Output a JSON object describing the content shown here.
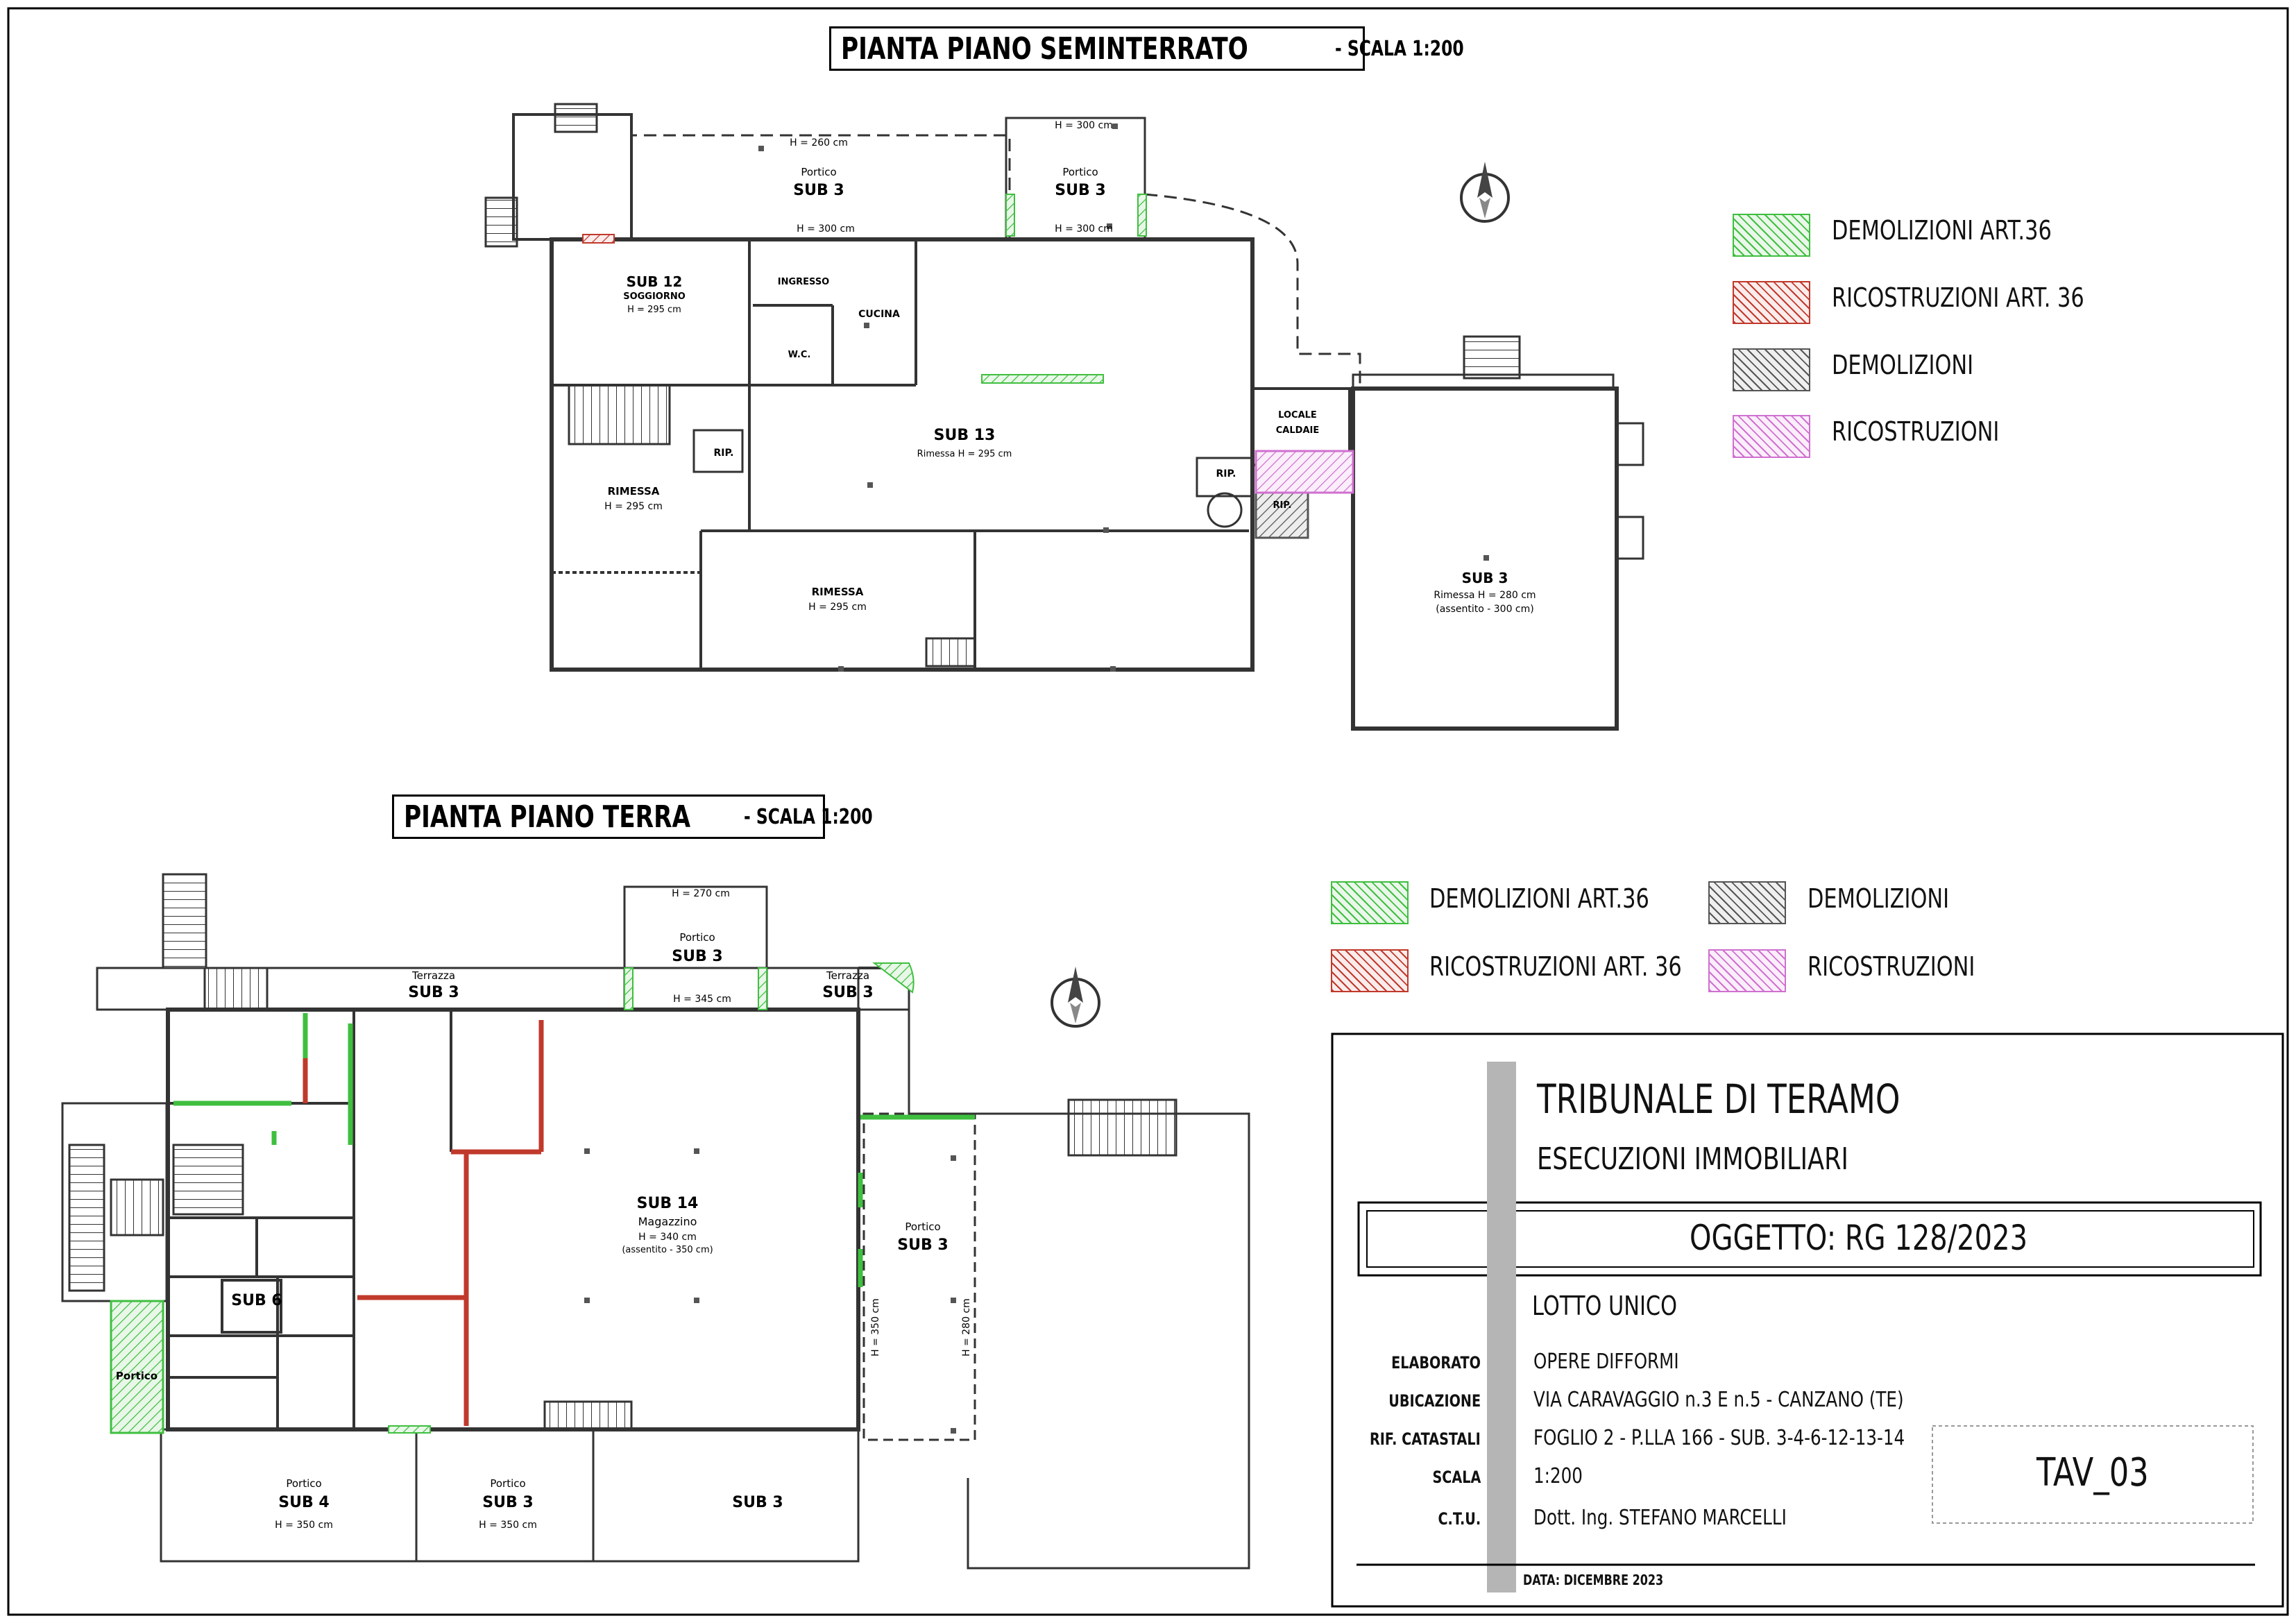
{
  "sheet": {
    "title_basement": "PIANTA PIANO  SEMINTERRATO",
    "scale_basement": "- SCALA 1:200",
    "title_ground": "PIANTA PIANO  TERRA",
    "scale_ground": "- SCALA 1:200"
  },
  "colors": {
    "demolizioni_art36": "#3fbf3f",
    "ricostruzioni_art36": "#c0392b",
    "demolizioni": "#555555",
    "ricostruzioni": "#d070d0",
    "wall": "#333333"
  },
  "legend": [
    {
      "key": "demolizioni_art36",
      "label": "DEMOLIZIONI ART.36"
    },
    {
      "key": "ricostruzioni_art36",
      "label": "RICOSTRUZIONI ART. 36"
    },
    {
      "key": "demolizioni",
      "label": "DEMOLIZIONI"
    },
    {
      "key": "ricostruzioni",
      "label": "RICOSTRUZIONI"
    }
  ],
  "basement_labels": {
    "portico_left_h": "H = 260 cm",
    "portico_left_name": "Portico",
    "portico_left_sub": "SUB 3",
    "portico_left_h2": "H = 300 cm",
    "portico_right_h": "H = 300 cm",
    "portico_right_name": "Portico",
    "portico_right_sub": "SUB 3",
    "portico_right_h2": "H = 300 cm",
    "sub12": "SUB 12",
    "soggiorno": "SOGGIORNO",
    "sub12_h": "H = 295 cm",
    "ingresso": "INGRESSO",
    "cucina": "CUCINA",
    "wc": "W.C.",
    "rip1": "RIP.",
    "rimessa1": "RIMESSA",
    "rimessa1_h": "H = 295 cm",
    "sub13": "SUB 13",
    "sub13_sub": "Rimessa H = 295 cm",
    "rimessa2": "RIMESSA",
    "rimessa2_h": "H = 295 cm",
    "locale": "LOCALE",
    "caldaie": "CALDAIE",
    "rip2": "RIP.",
    "rip3": "RIP.",
    "sub3_big": "SUB 3",
    "sub3_big_r1": "Rimessa H = 280 cm",
    "sub3_big_r2": "(assentito - 300 cm)"
  },
  "ground_labels": {
    "portico_top_h": "H = 270 cm",
    "portico_top_name": "Portico",
    "portico_top_sub": "SUB 3",
    "portico_top_h2": "H = 345 cm",
    "terrazza_left_name": "Terrazza",
    "terrazza_left_sub": "SUB 3",
    "terrazza_right_name": "Terrazza",
    "terrazza_right_sub": "SUB 3",
    "sub14": "SUB 14",
    "magazzino": "Magazzino",
    "sub14_h": "H = 340 cm",
    "sub14_ass": "(assentito - 350 cm)",
    "portico_right_name": "Portico",
    "portico_right_sub": "SUB 3",
    "h350_vert": "H = 350 cm",
    "h280_vert": "H = 280 cm",
    "sub6": "SUB 6",
    "portico_left": "Portico",
    "bottom_p1_name": "Portico",
    "bottom_p1_sub": "SUB 4",
    "bottom_p1_h": "H = 350 cm",
    "bottom_p2_name": "Portico",
    "bottom_p2_sub": "SUB 3",
    "bottom_p2_h": "H = 350 cm",
    "bottom_sub3": "SUB 3"
  },
  "titleblock": {
    "court": "TRIBUNALE DI TERAMO",
    "division": "ESECUZIONI IMMOBILIARI",
    "oggetto": "OGGETTO: RG 128/2023",
    "lotto": "LOTTO UNICO",
    "rows": [
      {
        "key": "ELABORATO",
        "value": "OPERE DIFFORMI"
      },
      {
        "key": "UBICAZIONE",
        "value": "VIA CARAVAGGIO n.3 E n.5 - CANZANO (TE)"
      },
      {
        "key": "RIF. CATASTALI",
        "value": "FOGLIO 2 - P.LLA 166 - SUB. 3-4-6-12-13-14"
      },
      {
        "key": "SCALA",
        "value": "1:200"
      },
      {
        "key": "C.T.U.",
        "value": "Dott. Ing. STEFANO MARCELLI"
      }
    ],
    "tav": "TAV_03",
    "date": "DATA:  DICEMBRE 2023"
  }
}
